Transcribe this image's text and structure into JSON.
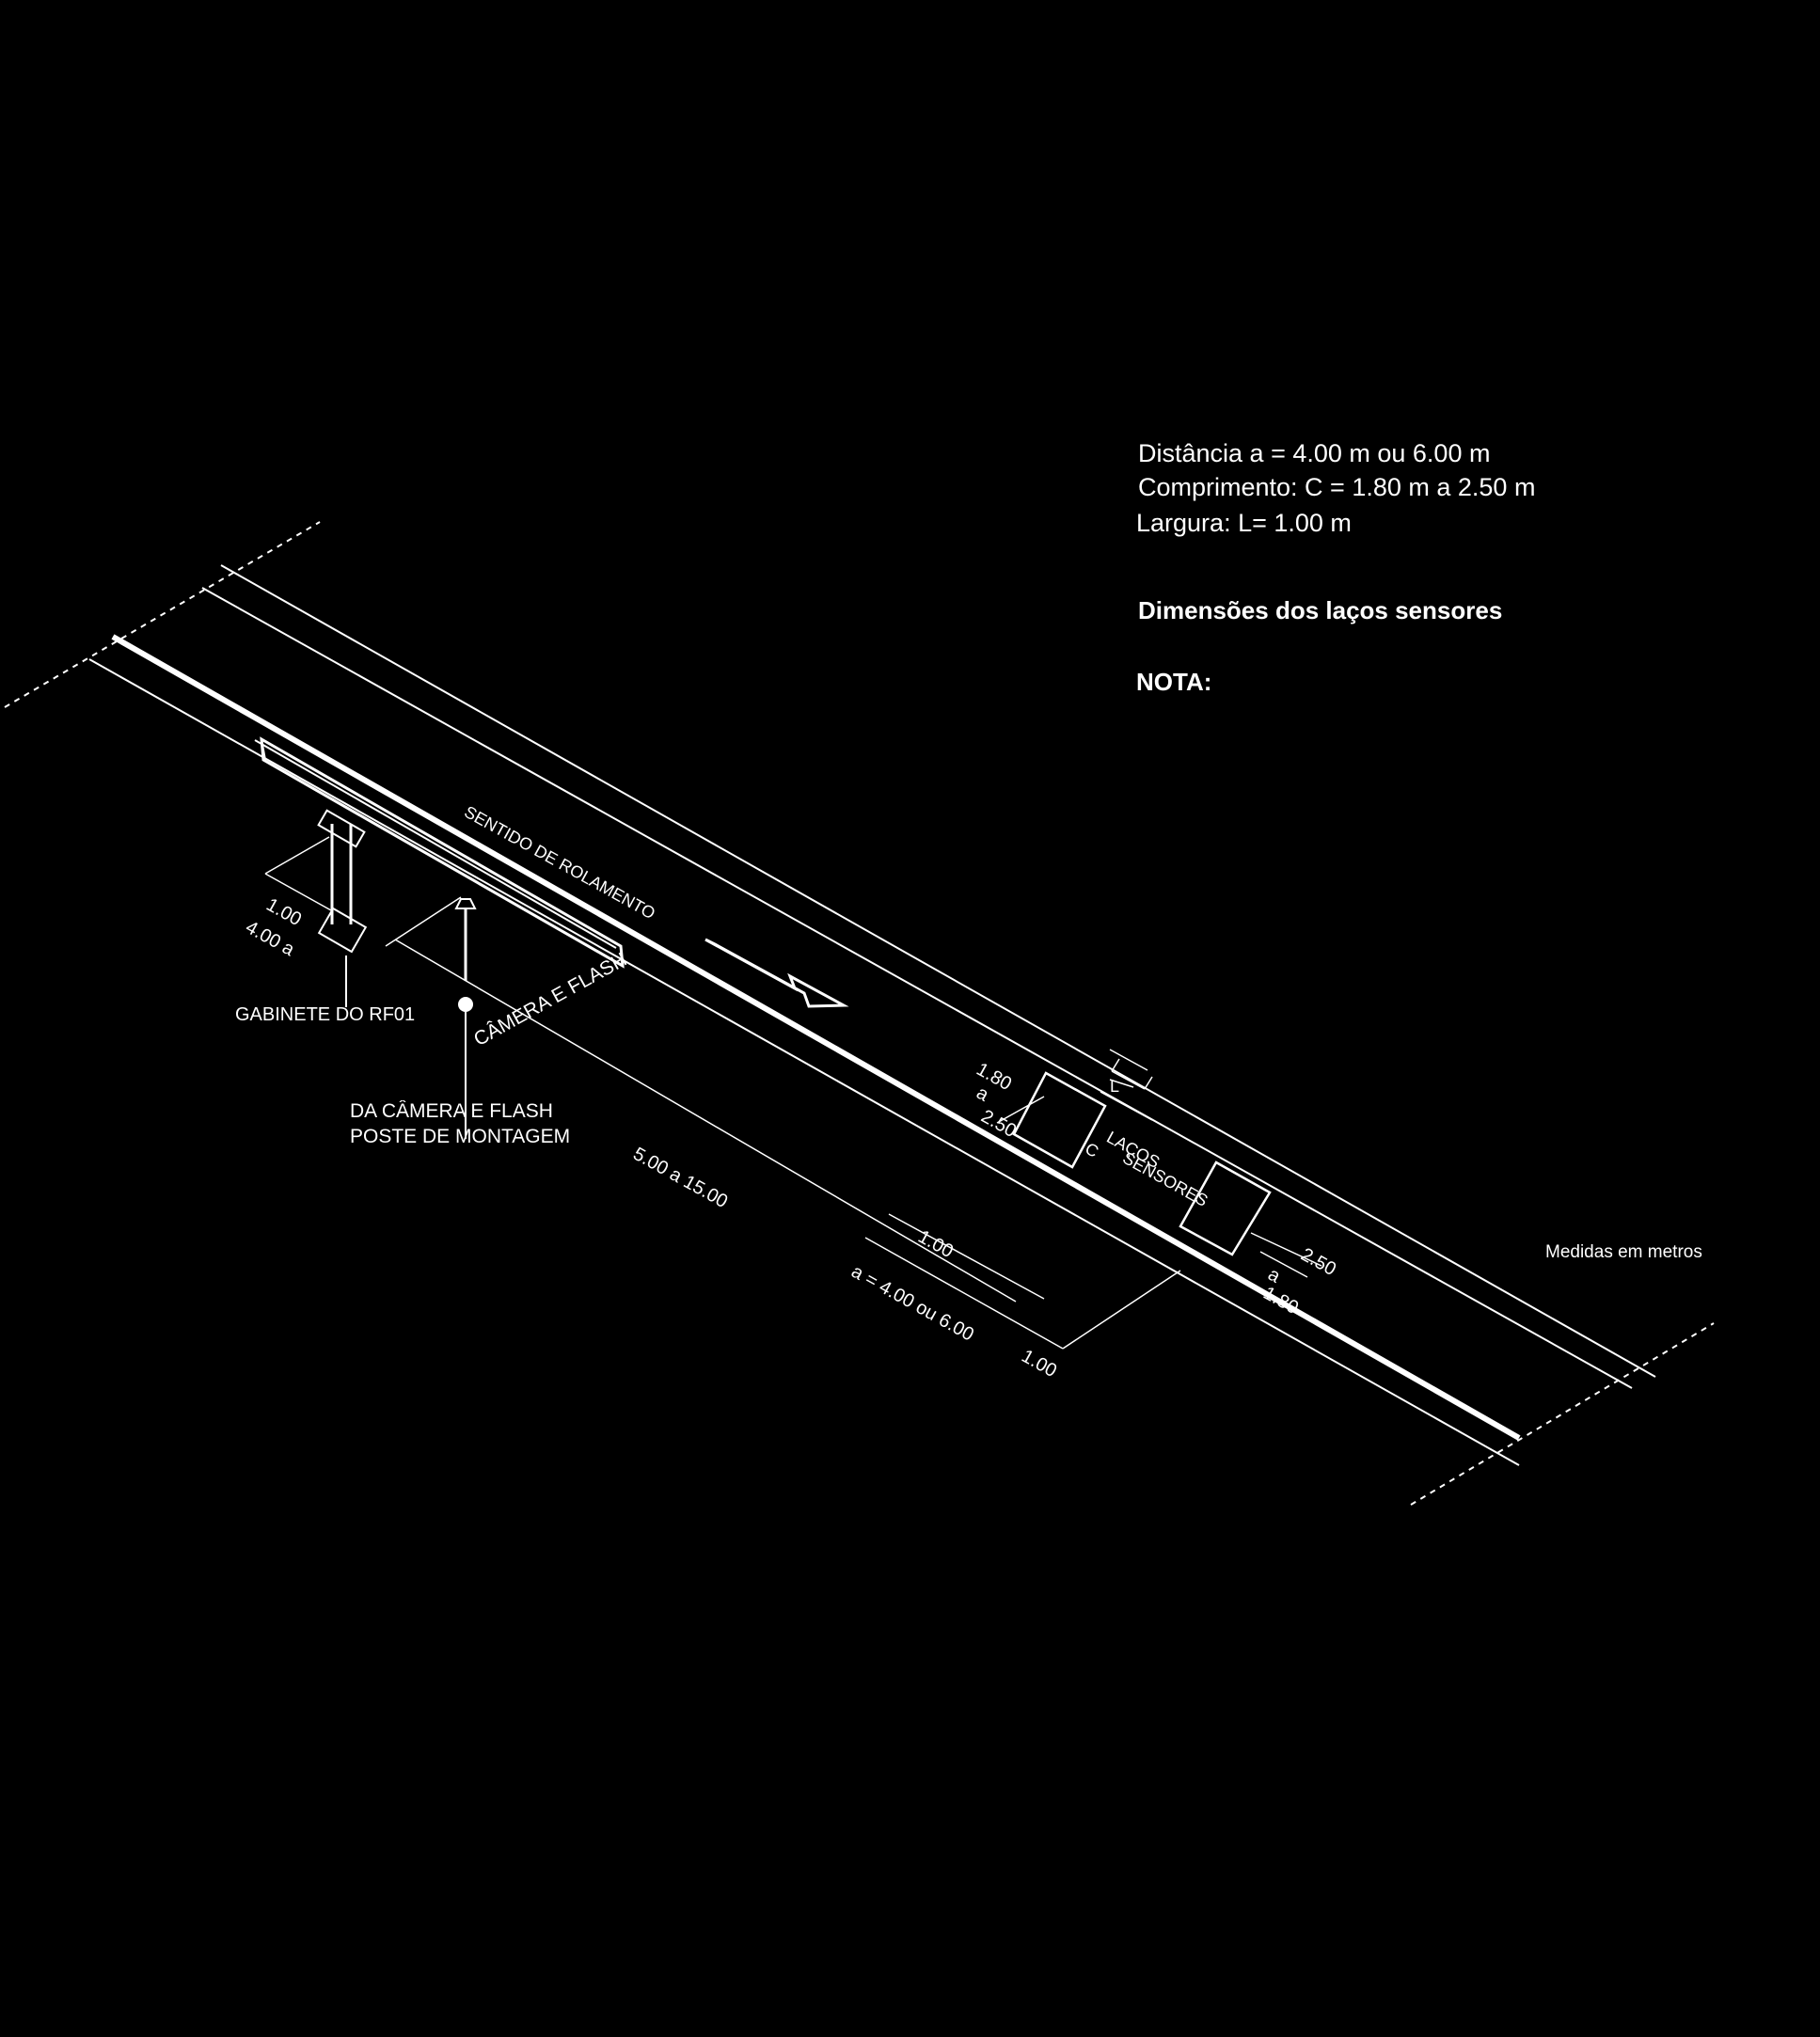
{
  "note": {
    "title": "NOTA:",
    "subtitle": "Dimensões dos laços sensores",
    "line1": "Largura: L= 1.00 m",
    "line2": "Comprimento: C = 1.80 m  a  2.50 m",
    "line3": "Distância a = 4.00 m ou 6.00 m"
  },
  "units_label": "Medidas em metros",
  "labels": {
    "direction": "SENTIDO DE ROLAMENTO",
    "camera": "CÂMERA E FLASH",
    "cabinet": "GABINETE DO RF01",
    "pole_line1": "POSTE DE MONTAGEM",
    "pole_line2": "DA CÂMERA E FLASH",
    "loops_line1": "LAÇOS",
    "loops_line2": "SENSORES"
  },
  "dimensions": {
    "cabinet_offset_a": "1.00",
    "cabinet_offset_b": "4.00 a",
    "camera_distance": "5.00 a 15.00",
    "loop_spacing": "a = 4.00 ou 6.00",
    "loop_gap": "1.00",
    "loop_end": "1.00",
    "loop1_length_a": "2.50",
    "loop1_length_b": "a",
    "loop1_length_c": "1.80",
    "loop2_length_a": "2.50",
    "loop2_length_b": "a",
    "loop2_length_c": "1.80",
    "loop_width": "L",
    "loop_c": "C"
  },
  "colors": {
    "background": "#000000",
    "ink": "#ffffff"
  }
}
